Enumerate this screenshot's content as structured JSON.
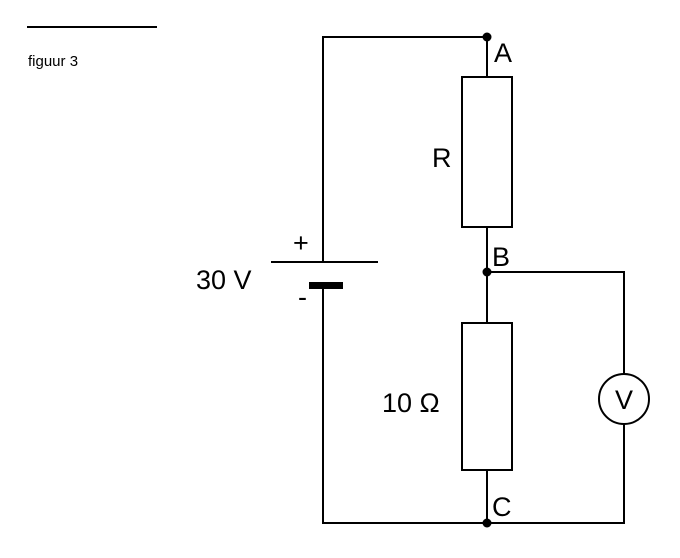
{
  "figure_caption": "figuur 3",
  "battery": {
    "voltage_label": "30 V",
    "plus_sign": "+",
    "minus_sign": "-"
  },
  "resistors": {
    "top_label": "R",
    "bottom_label": "10 Ω"
  },
  "nodes": {
    "a": "A",
    "b": "B",
    "c": "C"
  },
  "voltmeter": {
    "symbol": "V"
  }
}
